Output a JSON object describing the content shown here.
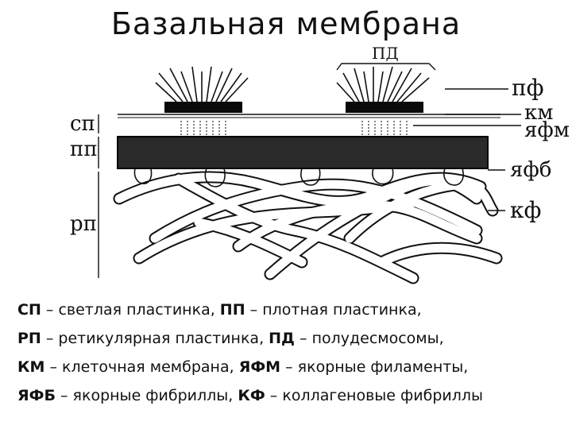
{
  "title": "Базальная мембрана",
  "labels": {
    "pd": "ПД",
    "pf": "пф",
    "km": "км",
    "yafm": "яфм",
    "yafb": "яфб",
    "kf": "кф",
    "sp": "сп",
    "pp": "пп",
    "rp": "рп"
  },
  "legend": [
    [
      {
        "abbr": "СП",
        "text": " – светлая пластинка, "
      },
      {
        "abbr": "ПП",
        "text": " – плотная пластинка,"
      }
    ],
    [
      {
        "abbr": "РП",
        "text": " – ретикулярная пластинка, "
      },
      {
        "abbr": "ПД",
        "text": " – полудесмосомы,"
      }
    ],
    [
      {
        "abbr": "КМ",
        "text": " – клеточная мембрана, "
      },
      {
        "abbr": "ЯФМ",
        "text": " – якорные филаменты,"
      }
    ],
    [
      {
        "abbr": "ЯФБ",
        "text": " – якорные фибриллы, "
      },
      {
        "abbr": "КФ",
        "text": " – коллагеновые фибриллы"
      }
    ]
  ]
}
